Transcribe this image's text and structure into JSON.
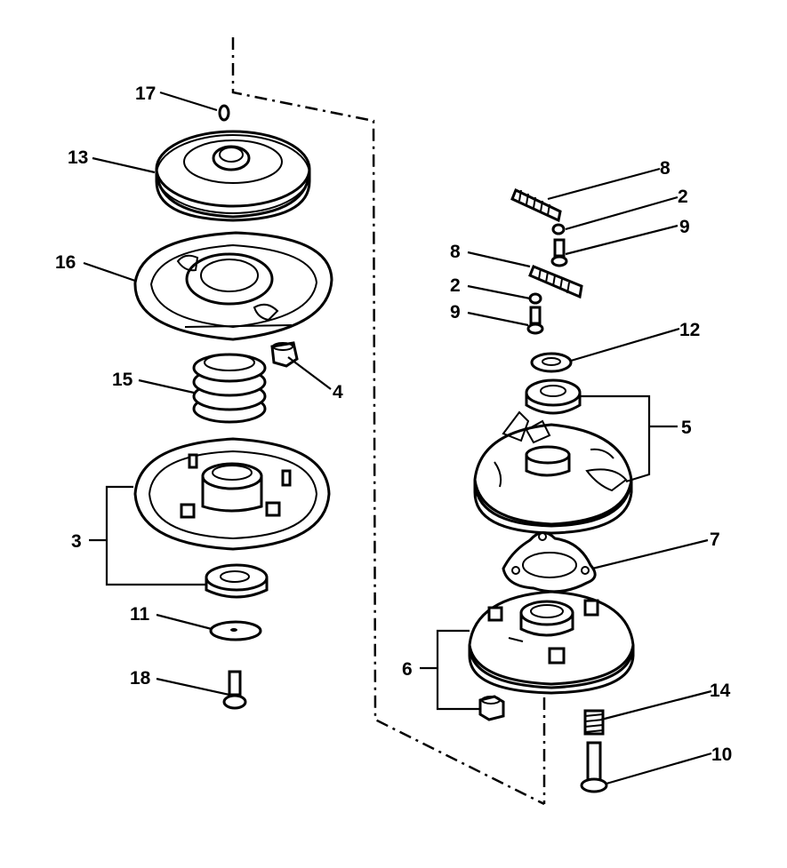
{
  "diagram": {
    "kind": "exploded-parts-view",
    "callouts": [
      {
        "id": "c17",
        "text": "17"
      },
      {
        "id": "c13",
        "text": "13"
      },
      {
        "id": "c16",
        "text": "16"
      },
      {
        "id": "c15",
        "text": "15"
      },
      {
        "id": "c4",
        "text": "4"
      },
      {
        "id": "c3",
        "text": "3"
      },
      {
        "id": "c11",
        "text": "11"
      },
      {
        "id": "c18",
        "text": "18"
      },
      {
        "id": "c8a",
        "text": "8"
      },
      {
        "id": "c2a",
        "text": "2"
      },
      {
        "id": "c9a",
        "text": "9"
      },
      {
        "id": "c8b",
        "text": "8"
      },
      {
        "id": "c2b",
        "text": "2"
      },
      {
        "id": "c9b",
        "text": "9"
      },
      {
        "id": "c12",
        "text": "12"
      },
      {
        "id": "c5",
        "text": "5"
      },
      {
        "id": "c7",
        "text": "7"
      },
      {
        "id": "c6",
        "text": "6"
      },
      {
        "id": "c14",
        "text": "14"
      },
      {
        "id": "c10",
        "text": "10"
      }
    ]
  }
}
